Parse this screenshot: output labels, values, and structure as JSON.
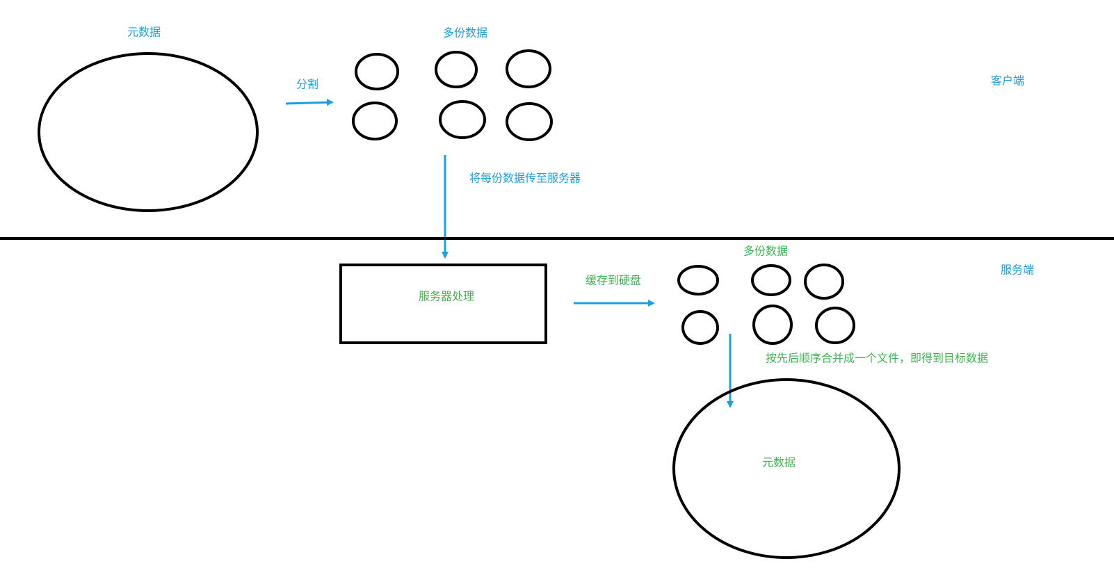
{
  "colors": {
    "client_text": "#1aa0e0",
    "server_text": "#3cb550",
    "arrow": "#1aa0e0",
    "shape": "#000000"
  },
  "client": {
    "source_label": "元数据",
    "split_label": "分割",
    "chunks_label": "多份数据",
    "zone_label": "客户端",
    "upload_label": "将每份数据传至服务器"
  },
  "server": {
    "zone_label": "服务端",
    "process_label": "服务器处理",
    "cache_label": "缓存到硬盘",
    "chunks_label": "多份数据",
    "merge_label": "按先后顺序合并成一个文件，即得到目标数据",
    "result_label": "元数据"
  }
}
